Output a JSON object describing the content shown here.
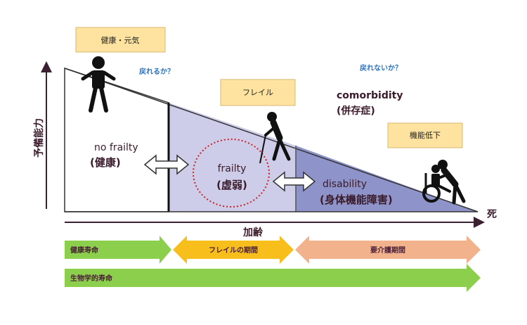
{
  "labels": {
    "healthy_box": "健康・元気",
    "frailty_box": "フレイル",
    "function_decline_box": "機能低下",
    "can_return": "戻れるか？",
    "cannot_return": "戻れないか？",
    "comorbidity_en": "comorbidity",
    "comorbidity_jp": "(併存症)",
    "no_frailty_en": "no frailty",
    "no_frailty_jp": "(健康)",
    "frailty_en": "frailty",
    "frailty_jp": "(虚弱)",
    "disability_en": "disability",
    "disability_jp": "(身体機能障害)",
    "y_axis": "予備能力",
    "x_axis": "加齢",
    "death": "死"
  },
  "periods": {
    "healthy_life": "健康寿命",
    "frailty_period": "フレイルの期間",
    "care_period": "要介護期間",
    "biological_life": "生物学的寿命"
  },
  "colors": {
    "frailty_zone": "#cdcce9",
    "disability_zone": "#8e94c9",
    "label_box": "#fde2a0",
    "green_arrow": "#8ccf4c",
    "orange_arrow": "#f8be1c",
    "salmon_arrow": "#f2b38c",
    "question_text": "#2b74c7",
    "dotted_circle": "#cc2222"
  },
  "icons": [
    "standing-person-icon",
    "walking-cane-person-icon",
    "wheelchair-caregiver-icon",
    "double-arrow-icon"
  ]
}
